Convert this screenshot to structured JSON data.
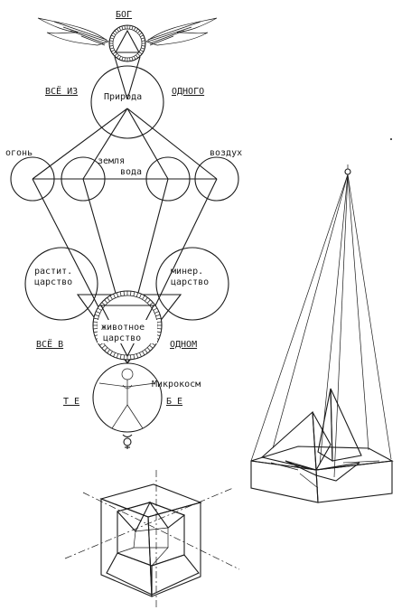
{
  "labels": {
    "god": "БОГ",
    "all_from": "ВСЁ ИЗ",
    "one_from": "ОДНОГО",
    "nature": "Природа",
    "fire": "огонь",
    "air": "воздух",
    "earth": "земля",
    "water": "вода",
    "plant_1": "растит.",
    "plant_2": "царство",
    "mineral_1": "минер.",
    "mineral_2": "царство",
    "animal_1": "животное",
    "animal_2": "царство",
    "all_in": "ВСЁ В",
    "one_in": "ОДНОМ",
    "microcosm": "Микрокосм",
    "te": "Т Е",
    "be": "Б Е"
  },
  "colors": {
    "ink": "#1a1a1a",
    "paper": "#ffffff"
  },
  "icons": {
    "planet_symbol": "mercury-symbol"
  }
}
